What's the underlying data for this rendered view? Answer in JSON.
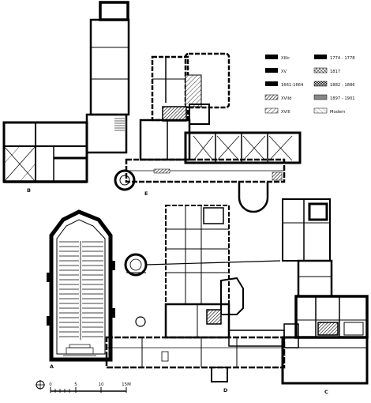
{
  "labels": {
    "B": "B",
    "E": "E",
    "A": "A",
    "D": "D",
    "C": "C"
  },
  "legend": [
    {
      "label": "XIIIc",
      "pattern": "black"
    },
    {
      "label": "XV",
      "pattern": "black"
    },
    {
      "label": "1661-1664",
      "pattern": "black"
    },
    {
      "label": "XVIId",
      "pattern": "hatch-diag"
    },
    {
      "label": "XVIII",
      "pattern": "hatch-diag-sparse"
    },
    {
      "label": "1774 - 1778",
      "pattern": "black"
    },
    {
      "label": "1817",
      "pattern": "hatch-cross"
    },
    {
      "label": "1882 - 1886",
      "pattern": "checker"
    },
    {
      "label": "1897 - 1901",
      "pattern": "grey"
    },
    {
      "label": "Modern",
      "pattern": "hatch-light"
    }
  ],
  "scale": {
    "ticks": [
      "0",
      "5",
      "10",
      "15M"
    ]
  }
}
